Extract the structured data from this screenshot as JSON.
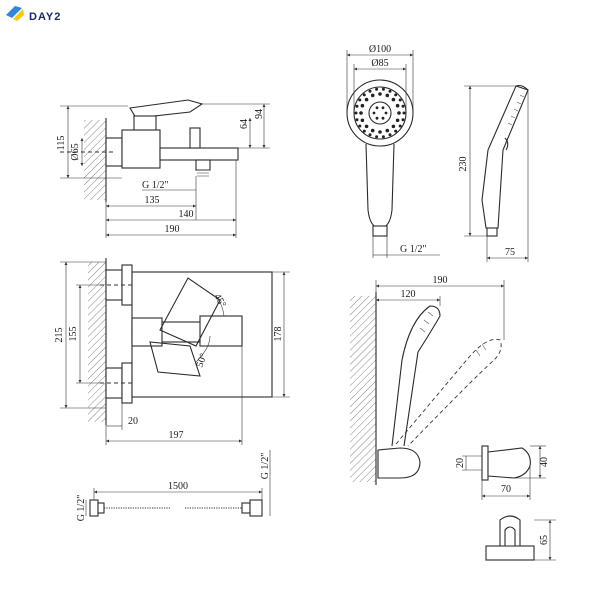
{
  "brand": {
    "name": "DAY2",
    "colors": [
      "#2e86de",
      "#f6c90e",
      "#1a2a6c"
    ]
  },
  "dims": {
    "d115": "115",
    "d65": "Ø65",
    "d64": "64",
    "d94": "94",
    "g_spout": "G 1/2\"",
    "d135": "135",
    "d140": "140",
    "d190a": "190",
    "d100": "Ø100",
    "d85": "Ø85",
    "d230": "230",
    "g_head": "G 1/2\"",
    "d75": "75",
    "d215": "215",
    "d155": "155",
    "d178": "178",
    "a45": "45°",
    "a50": "50°",
    "d20": "20",
    "d197": "197",
    "d190b": "190",
    "d120": "120",
    "d20b": "20",
    "d40": "40",
    "d70": "70",
    "d65b": "65",
    "d1500": "1500",
    "g_hose_l": "G 1/2\"",
    "g_hose_r": "G 1/2\""
  }
}
